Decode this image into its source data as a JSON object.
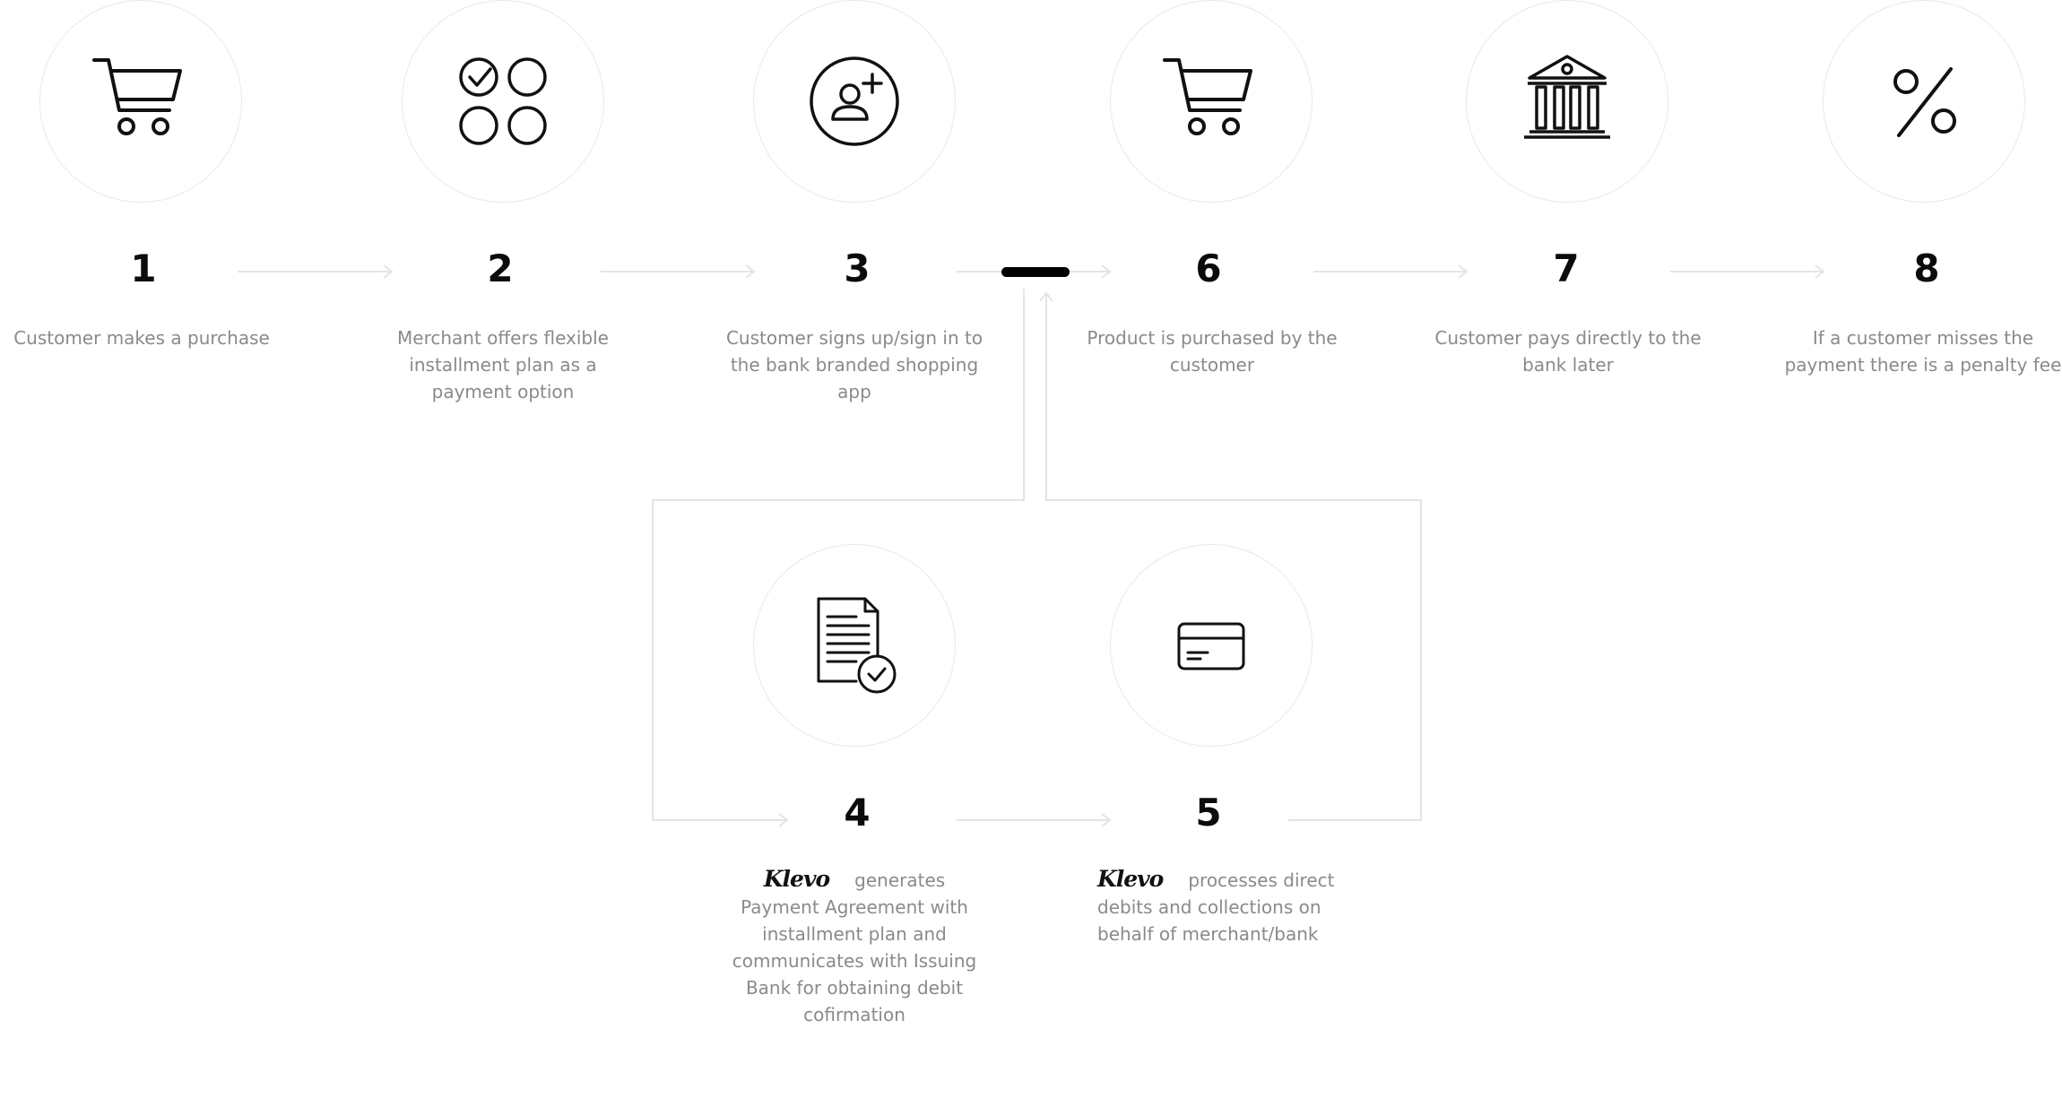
{
  "steps": [
    {
      "number": "1",
      "icon": "shopping-cart-icon",
      "text": "Customer makes a purchase"
    },
    {
      "number": "2",
      "icon": "installment-options-icon",
      "text": "Merchant offers flexible installment plan as a payment option"
    },
    {
      "number": "3",
      "icon": "add-user-icon",
      "text": "Customer signs up/sign in to the bank branded shopping app"
    },
    {
      "number": "6",
      "icon": "shopping-cart-icon",
      "text": "Product is purchased by the customer"
    },
    {
      "number": "7",
      "icon": "bank-icon",
      "text": "Customer pays directly to the bank later"
    },
    {
      "number": "8",
      "icon": "percent-icon",
      "text": "If a customer misses the payment there is a penalty fee"
    },
    {
      "number": "4",
      "icon": "document-check-icon",
      "brand": "Klevo",
      "text": "generates Payment Agreement with installment plan and communicates with Issuing Bank for obtaining debit cofirmation"
    },
    {
      "number": "5",
      "icon": "credit-card-icon",
      "brand": "Klevo",
      "text": "processes direct debits and collections on behalf of merchant/bank"
    }
  ],
  "colors": {
    "line": "#e4e4e4",
    "accent": "#000000",
    "text": "#8a8a8a",
    "number": "#0b0b0b"
  }
}
